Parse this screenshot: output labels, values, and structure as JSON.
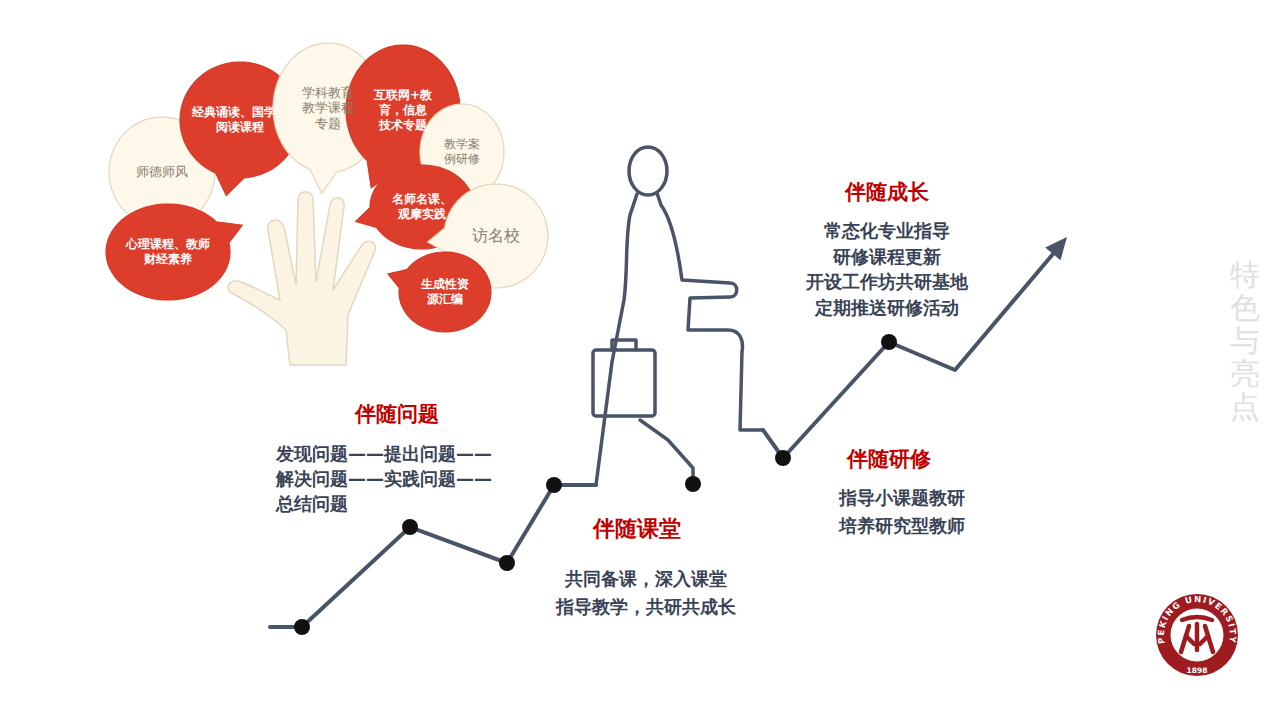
{
  "diagram": {
    "nodes": [
      {
        "text": [
          "师德师风"
        ]
      },
      {
        "text": [
          "经典诵读、国学、 阅读课程"
        ]
      },
      {
        "text": [
          "学科教育 教学课程 专题"
        ]
      },
      {
        "text": [
          "互联网+教 育，信息 技术专题"
        ]
      },
      {
        "text": [
          "教学案 例研修"
        ]
      },
      {
        "text": [
          "名师名课、 观摩实践"
        ]
      },
      {
        "text": [
          "访名校"
        ]
      },
      {
        "text": [
          "心理课程、教师 财经素养"
        ]
      },
      {
        "text": [
          "生成性资 源汇编"
        ]
      }
    ],
    "labels": [
      "伴随问题",
      "发现问题——提出问题—— 解决问题——实践问题—— 总结问题",
      "伴随课堂",
      "共同备课，深入课堂 指导教学，共研共成长",
      "伴随研修",
      "指导小课题教研 培养研究型教师",
      "伴随成长",
      "常态化专业指导 研修课程更新 开设工作坊共研基地 定期推送研修活动",
      "特色与亮点",
      "PEKING UNIVERSITY",
      "1898"
    ]
  }
}
